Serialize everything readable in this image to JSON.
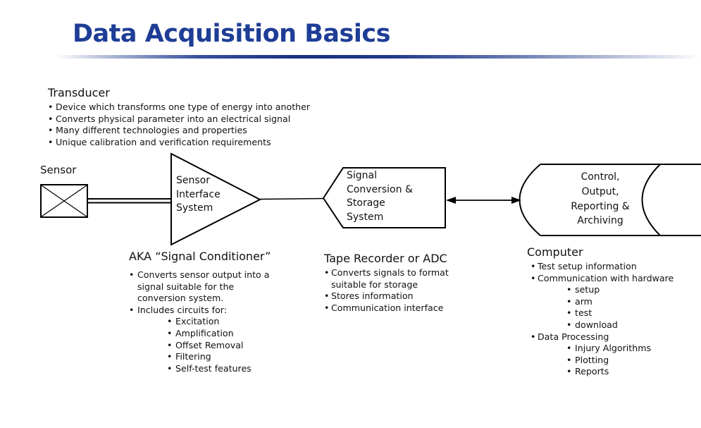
{
  "slide": {
    "title": "Data Acquisition Basics",
    "accent_color": "#1e3d96"
  },
  "transducer": {
    "heading": "Transducer",
    "bullets": [
      "Device which transforms one type of energy into another",
      "Converts physical parameter into an electrical signal",
      "Many different technologies and properties",
      "Unique calibration and verification requirements"
    ]
  },
  "diagram": {
    "sensor_label": "Sensor",
    "interface_label": "Sensor\nInterface\nSystem",
    "conversion_label": "Signal\nConversion &\nStorage\nSystem",
    "computer_label": "Control,\nOutput,\nReporting &\nArchiving"
  },
  "signal_conditioner": {
    "heading": "AKA “Signal Conditioner”",
    "bullets": [
      "Converts sensor output into a signal suitable for the conversion system.",
      "Includes circuits for:"
    ],
    "circuits": [
      "Excitation",
      "Amplification",
      "Offset Removal",
      "Filtering",
      "Self-test features"
    ]
  },
  "tape_recorder": {
    "heading": "Tape Recorder or ADC",
    "bullets": [
      "Converts signals to format suitable for storage",
      "Stores information",
      "Communication interface"
    ]
  },
  "computer": {
    "heading": "Computer",
    "bullet_1": "Test setup information",
    "bullet_2": "Communication with hardware",
    "hardware_items": [
      "setup",
      "arm",
      "test",
      "download"
    ],
    "bullet_3": "Data Processing",
    "processing_items": [
      "Injury Algorithms",
      "Plotting",
      "Reports"
    ]
  }
}
